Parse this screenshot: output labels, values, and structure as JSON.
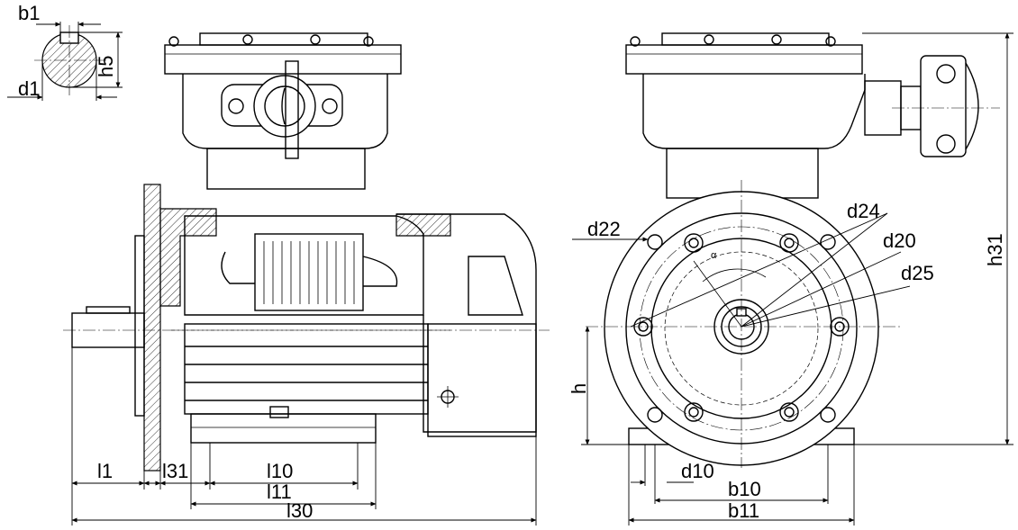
{
  "labels": {
    "b1": "b1",
    "h5": "h5",
    "d1": "d1",
    "d22": "d22",
    "d24": "d24",
    "d20": "d20",
    "d25": "d25",
    "h31": "h31",
    "h": "h",
    "alpha": "α",
    "l1": "l1",
    "l31": "l31",
    "l10": "l10",
    "l11": "l11",
    "l30": "l30",
    "d10": "d10",
    "b10": "b10",
    "b11": "b11"
  }
}
